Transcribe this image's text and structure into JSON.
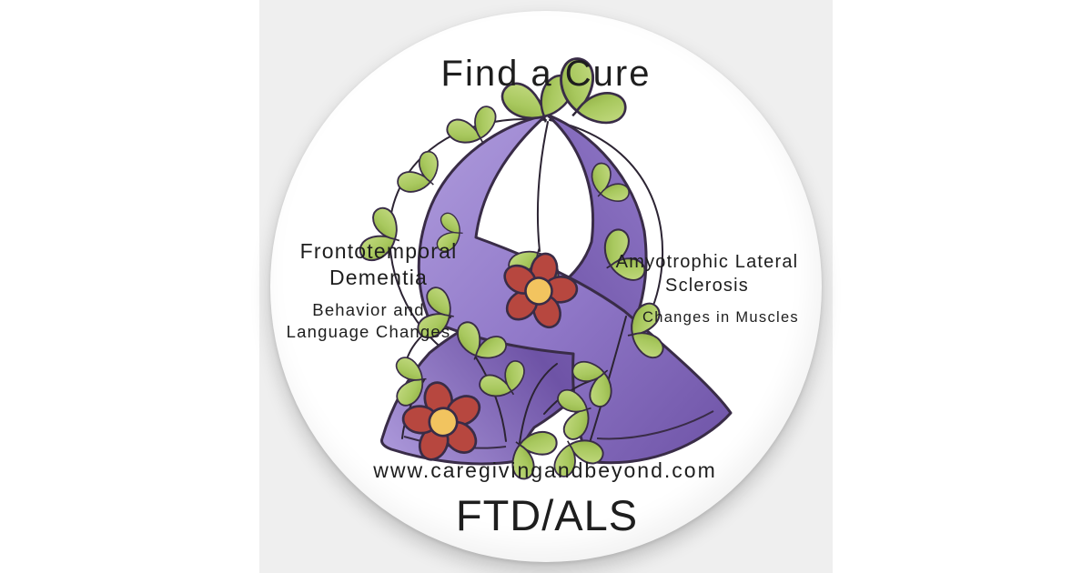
{
  "colors": {
    "page_background": "#ffffff",
    "panel_background": "#efefef",
    "sticker_background": "#ffffff",
    "text": "#1e1e1e",
    "ribbon_purple": "#9078c8",
    "ribbon_purple_light": "#af9cdd",
    "ribbon_purple_dark": "#6e53a6",
    "outline": "#392c47",
    "leaf_green": "#a8c85e",
    "leaf_green_light": "#c6dc85",
    "leaf_green_dark": "#86a439",
    "flower_red": "#b7473f",
    "flower_center": "#f2c45f",
    "vine": "#2c2433"
  },
  "sticker": {
    "title": "Find a Cure",
    "left_label": {
      "heading": "Frontotemporal\nDementia",
      "detail": "Behavior and\nLanguage Changes"
    },
    "right_label": {
      "heading": "Amyotrophic Lateral\nSclerosis",
      "detail": "Changes in Muscles"
    },
    "website": "www.caregivingandbeyond.com",
    "acronym": "FTD/ALS",
    "graphic": {
      "ribbon_icon": "awareness-ribbon-icon",
      "leaf_icon": "leaf-sprig-icon",
      "flower_icon": "flower-icon",
      "vine_icon": "vine-icon"
    }
  }
}
